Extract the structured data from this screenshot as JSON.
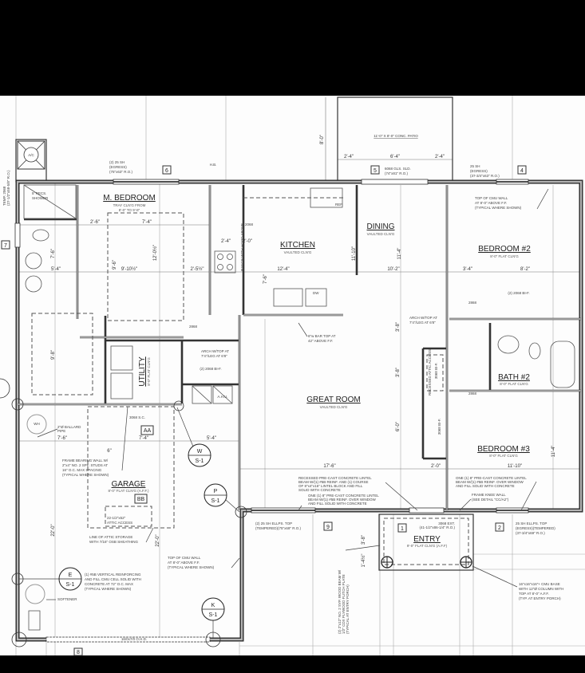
{
  "rooms": {
    "master_bedroom": {
      "name": "M. BEDROOM",
      "sub": [
        "TRAY CLN'G FROM",
        "8'-0\" TO 9'-8\""
      ]
    },
    "kitchen": {
      "name": "KITCHEN",
      "sub": "VAULTED CLN'G"
    },
    "dining": {
      "name": "DINING",
      "sub": "VAULTED CLN'G"
    },
    "bedroom2": {
      "name": "BEDROOM #2",
      "sub": "8'-0\" FLAT CLN'G"
    },
    "great_room": {
      "name": "GREAT ROOM",
      "sub": "VAULTED CLN'G"
    },
    "bath2": {
      "name": "BATH #2",
      "sub": "8'-0\" FLAT CLN'G"
    },
    "bedroom3": {
      "name": "BEDROOM #3",
      "sub": "8'-0\" FLAT CLN'G"
    },
    "utility": {
      "name": "UTILITY",
      "sub": "8'-0\" FLAT CLN'G"
    },
    "garage": {
      "name": "GARAGE",
      "sub": "8'-0\" FLAT CLN'G (A.F.F.)"
    },
    "entry": {
      "name": "ENTRY",
      "sub": "9'-0\" FLAT CLN'G (A.F.F)"
    }
  },
  "notes": {
    "ac": "A/C",
    "hb": "H.B.",
    "ref": "REF.",
    "dw": "DW",
    "wh": "WH",
    "ahu": "A.H.U.",
    "softener": "SOFTENER",
    "door_3068_sc": "3068 S.C.",
    "ohd": "16/0x7/0 O.H.D.",
    "range": "RANGE WITH HOOD ABOVE",
    "door_2068": "2068",
    "door_2868": "2868",
    "bifold_2068_util": "(2) 2068 BI-F.",
    "bifold_2068_bed2": "(2) 2068 BI-F.",
    "bifold_3068_a": "3068 BI-F.",
    "bifold_3068_b": "3068 BI-F.",
    "recessed_attic": "RECESSED ATTIC ACCESS",
    "shower": [
      "5' RECS.",
      "SHOWER"
    ],
    "win_left": [
      "TEMP. 2068",
      "(27-1/2\"x58-5/8\" R.O.)"
    ],
    "win_mb": [
      "(2) 25 SH",
      "(EGRESS)",
      "(75\"x63\" R.O.)"
    ],
    "patio": "11'-0\" X 8'-0\" CONC. PATIO",
    "sld": [
      "6068 GLS. SLD.",
      "(74\"x81\" R.O.)"
    ],
    "win_b2": [
      "25 SH",
      "(EGRESS)",
      "(37-3/4\"x63\" R.O.)"
    ],
    "cmu_top_1": [
      "TOP OF CMU WALL",
      "AT 8'-0\" ABOVE F.F.",
      "(TYPICAL WHERE SHOWN)"
    ],
    "bar_top": [
      "6\"w BAR TOP AT",
      "42\" ABOVE F.F."
    ],
    "arch_1": [
      "ARCH W/TOP AT",
      "7'4\"/LEG AT 6'8\""
    ],
    "arch_2": [
      "ARCH W/TOP AT",
      "7'4\"/LEG AT 6'8\""
    ],
    "ballard": [
      "2\"Ø BALLARD",
      "PIPE"
    ],
    "frame_wall": [
      "FRAME BEARING WALL W/",
      "2\"x4\" NO. 2 SPF. STUDS AT",
      "16\" O.C. MAX SPACING",
      "(TYPICAL WHERE SHOWN)"
    ],
    "attic_access": [
      "22-1/2\"x52\"",
      "ATTIC ACCESS"
    ],
    "attic_storage": [
      "LINE OF ATTIC STORAGE",
      "WITH 7/16\" OSB SHEATHING"
    ],
    "cmu_top_2": [
      "TOP OF CMU WALL",
      "AT 8'-0\" ABOVE F.F.",
      "(TYPICAL WHERE SHOWN)"
    ],
    "vert_reinf": [
      "(1) #5B VERTICAL REINFORCING",
      "AND FILL CMU CELL SOLID WITH",
      "CONCRETE AT 72\" O.C. MAX",
      "(TYPICAL WHERE SHOWN)"
    ],
    "lintel_recessed": [
      "RECESSED PRE-CAST CONCRETE LINTEL",
      "BEAM W/(1) #5B REINF. AND (1) COURSE",
      "OF 8\"x4\"x16\" LINTEL BLOCK AND FILL",
      "SOLID WITH CONCRETE"
    ],
    "lintel_one_a": [
      "ONE (1) 8\" PRE-CAST CONCRETE LINTEL",
      "BEAM W/(1) #5B REINF. OVER WINDOW",
      "AND FILL SOLID WITH CONCRETE"
    ],
    "lintel_one_b": [
      "ONE (1) 8\" PRE-CAST CONCRETE LINTEL",
      "BEAM W/(1) #5B REINF. OVER WINDOW",
      "AND FILL SOLID WITH CONCRETE"
    ],
    "knee_wall": [
      "FRAME KNEE WALL",
      "(SEE DETAIL \"CC/A2\")"
    ],
    "win_9": [
      "(2) 25 SH ELLPS. TOP",
      "(TEMPERED)(75\"x69\" R.O.)"
    ],
    "door_1": [
      "3068 EXT.",
      "(41-1/2\"x86-1/4\" R.O.)"
    ],
    "win_2": [
      "25 SH ELLPS. TOP",
      "(EGRESS)(TEMPERED)",
      "(37-3/4\"x69\" R.O.)"
    ],
    "entry_beam": [
      "(2) 2\"x12\" NO. 2 SYP. WOOD BEAM W/",
      "1/2\" CDX PLYWOOD FLITCH PLATE",
      "(TYPICAL AT ENTRY PORCH)"
    ],
    "cmu_base": [
      "16\"x16\"x16\"+ CMU BASE",
      "WITH 12\"Ø COLUMN WITH",
      "TOP AT 8'-0\" A.F.F.",
      "(TYP. AT ENTRY PORCH)"
    ]
  },
  "tags": {
    "t6": "6",
    "t5": "5",
    "t4": "4",
    "t7": "7",
    "t9": "9",
    "t1": "1",
    "t2": "2",
    "t8": "8",
    "aa": "AA",
    "bb": "BB"
  },
  "section_markers": [
    {
      "letter": "W",
      "sheet": "S-1"
    },
    {
      "letter": "P",
      "sheet": "S-1"
    },
    {
      "letter": "E",
      "sheet": "S-1"
    },
    {
      "letter": "K",
      "sheet": "S-1"
    }
  ],
  "dimensions": {
    "patio_depth": "8'-0\"",
    "patio_l": "2'-4\"",
    "patio_c": "6'-4\"",
    "patio_r": "2'-4\"",
    "mb_a": "2'-6\"",
    "mb_b": "7'-4\"",
    "mb_c": "12'-0½\"",
    "mb_d": "9'-6\"",
    "mb_e": "9'-10½\"",
    "mb_f": "2'-5½\"",
    "bath_a": "5'-4\"",
    "bath_b": "7'-6\"",
    "kit_a": "2'-4\"",
    "kit_b": "2'-0\"",
    "kit_c": "12'-4\"",
    "kit_d": "7'-6\"",
    "din_a": "11'-10\"",
    "din_b": "10'-2\"",
    "din_c": "11'-4\"",
    "b2_a": "3'-4\"",
    "b2_b": "8'-2\"",
    "cl_a": "9'-8\"",
    "gar_a": "7'-6\"",
    "gar_b": "7'-4\"",
    "gar_c": "5'-4\"",
    "gar_d": "6\"",
    "gar_e": "22'-0\"",
    "gar_f": "22'-0\"",
    "gr_a": "17'-6\"",
    "gr_b": "6'-0\"",
    "gr_c": "3'-8\"",
    "gr_d": "3'-8\"",
    "hall": "2'-0\"",
    "b3_a": "11'-10\"",
    "b3_b": "11'-4\"",
    "ent_a": "3'-8\"",
    "ent_b": "1'-4½\""
  }
}
